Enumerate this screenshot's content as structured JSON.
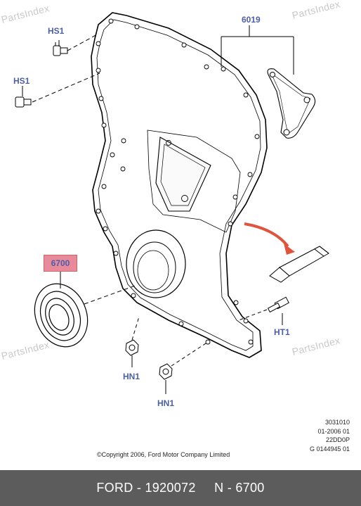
{
  "watermarks": [
    "PartsIndex",
    "PartsIndex",
    "PartsIndex",
    "PartsIndex"
  ],
  "labels": {
    "hs1_top": "HS1",
    "hs1_left": "HS1",
    "part_6019": "6019",
    "part_6700": "6700",
    "ht1": "HT1",
    "hn1_left": "HN1",
    "hn1_bottom": "HN1"
  },
  "drawing_codes": [
    "3031010",
    "01-2006 01",
    "22DD0P",
    "G 0144945 01"
  ],
  "copyright": "©Copyright 2006, Ford Motor Company Limited",
  "footer": {
    "brand": "FORD",
    "part_number": "1920072",
    "ref": "N - 6700"
  },
  "colors": {
    "label_blue": "#4a5fa8",
    "highlight": "#e98a9a",
    "arrow_red": "#e0533d",
    "footer_bg": "#5c5c5c"
  }
}
